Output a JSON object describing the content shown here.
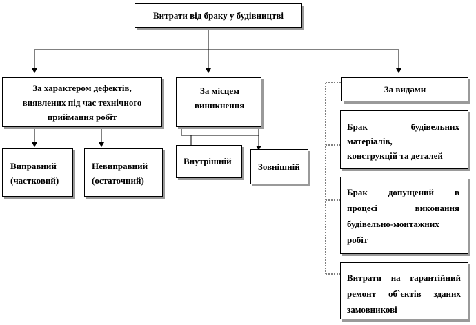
{
  "root": {
    "label": "Витрати від браку у будівництві"
  },
  "categories": {
    "defect_nature": {
      "lines": [
        "За характером дефектів,",
        "виявлених під час технічного",
        "приймання робіт"
      ]
    },
    "origin_place": {
      "lines": [
        "За місцем",
        "виникнення"
      ]
    },
    "by_type": {
      "label": "За видами"
    }
  },
  "leaves": {
    "correctable": {
      "lines": [
        "Виправний",
        "(частковий)"
      ]
    },
    "uncorrectable": {
      "lines": [
        "Невиправний",
        "(остаточний)"
      ]
    },
    "internal": {
      "label": "Внутрішній"
    },
    "external": {
      "label": "Зовнішній"
    },
    "materials": {
      "lines": [
        "Брак будівельних",
        "матеріалів,",
        "конструкцій та деталей"
      ]
    },
    "works": {
      "lines": [
        "Брак допущений в",
        "процесі виконання",
        "будівельно-монтажних",
        "робіт"
      ]
    },
    "warranty": {
      "lines": [
        "Витрати на гарантійний",
        "ремонт об`єктів зданих",
        "замовникові"
      ]
    }
  }
}
